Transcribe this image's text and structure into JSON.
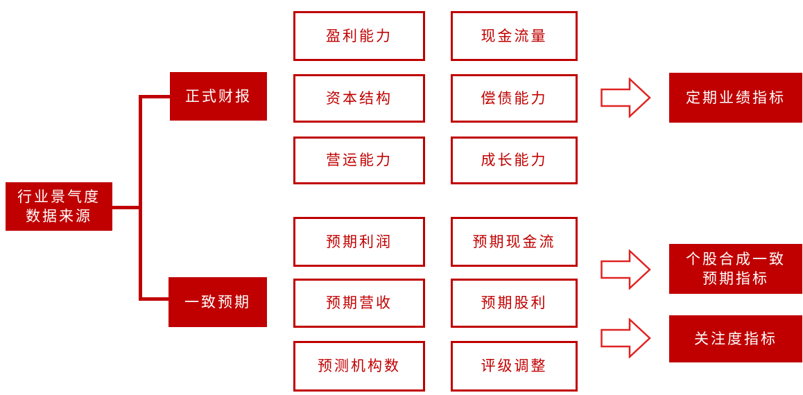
{
  "diagram": {
    "root": {
      "line1": "行业景气度",
      "line2": "数据来源"
    },
    "branches": [
      {
        "label": "正式财报",
        "items": [
          "盈利能力",
          "现金流量",
          "资本结构",
          "偿债能力",
          "营运能力",
          "成长能力"
        ]
      },
      {
        "label": "一致预期",
        "items": [
          "预期利润",
          "预期现金流",
          "预期营收",
          "预期股利",
          "预测机构数",
          "评级调整"
        ]
      }
    ],
    "outputs": [
      {
        "label": "定期业绩指标"
      },
      {
        "line1": "个股合成一致",
        "line2": "预期指标"
      },
      {
        "label": "关注度指标"
      }
    ],
    "colors": {
      "fill_red": "#C00000",
      "border_red": "#C00000",
      "arrow_outline_red": "#E02222",
      "text_white": "#FFFFFF",
      "background": "#FFFFFF"
    }
  }
}
